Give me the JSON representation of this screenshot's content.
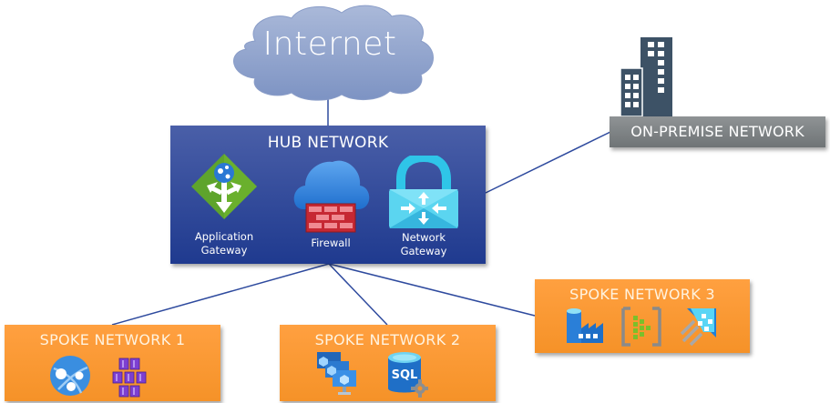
{
  "internet": {
    "label": "Internet"
  },
  "hub": {
    "title": "HUB NETWORK",
    "components": [
      {
        "icon": "application-gateway-icon",
        "label_line1": "Application",
        "label_line2": "Gateway"
      },
      {
        "icon": "firewall-icon",
        "label_line1": "Firewall",
        "label_line2": ""
      },
      {
        "icon": "network-gateway-icon",
        "label_line1": "Network",
        "label_line2": "Gateway"
      }
    ]
  },
  "on_premise": {
    "label": "ON-PREMISE NETWORK",
    "icon": "office-building-icon"
  },
  "spokes": [
    {
      "title": "SPOKE NETWORK 1",
      "icons": [
        "app-service-icon",
        "kubernetes-service-icon"
      ]
    },
    {
      "title": "SPOKE NETWORK 2",
      "icons": [
        "virtual-machines-icon",
        "sql-server-icon"
      ]
    },
    {
      "title": "SPOKE NETWORK 3",
      "icons": [
        "data-factory-icon",
        "event-hub-icon",
        "stream-analytics-icon"
      ]
    }
  ],
  "colors": {
    "hub": "#2b45a0",
    "spoke": "#f89a34",
    "on_premise": "#7e8284",
    "internet_cloud": "#95a8d0",
    "connector": "#2e4a9e"
  }
}
